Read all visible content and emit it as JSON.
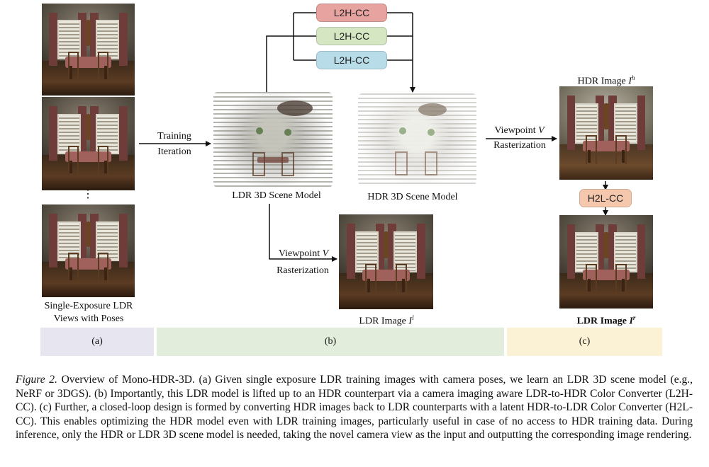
{
  "converters": {
    "l2h_1": "L2H-CC",
    "l2h_2": "L2H-CC",
    "l2h_3": "L2H-CC",
    "h2l": "H2L-CC",
    "colors": {
      "red": "#e7a39f",
      "green": "#d4e6c2",
      "blue": "#b9dce9",
      "h2l": "#f5c7ad"
    }
  },
  "labels": {
    "training_1": "Training",
    "training_2": "Iteration",
    "ldr_model": "LDR 3D Scene Model",
    "hdr_model": "HDR 3D Scene Model",
    "viewpoint_top_prefix": "Viewpoint",
    "viewpoint_top_var": "V",
    "raster_top": "Rasterization",
    "viewpoint_bottom_prefix": "Viewpoint",
    "viewpoint_bottom_var": "V",
    "raster_bottom": "Rasterization",
    "hdr_image_prefix": "HDR Image",
    "hdr_image_var": "I",
    "hdr_image_sup": "h",
    "ldr_image_prefix": "LDR Image",
    "ldr_image_var": "I",
    "ldr_image_sup": "l",
    "ldr_image_r_prefix": "LDR Image",
    "ldr_image_r_var": "I",
    "ldr_image_r_sup": "r",
    "views_1": "Single-Exposure LDR",
    "views_2": "Views with Poses",
    "ellipsis": "⋮"
  },
  "sections": {
    "a": "(a)",
    "b": "(b)",
    "c": "(c)",
    "colors": {
      "a": "#e7e5ef",
      "b": "#e2eedb",
      "c": "#fbf1d4"
    }
  },
  "caption": {
    "figure": "Figure 2.",
    "text": " Overview of Mono-HDR-3D. (a) Given single exposure LDR training images with camera poses, we learn an LDR 3D scene model (e.g., NeRF or 3DGS). (b) Importantly, this LDR model is lifted up to an HDR counterpart via a camera imaging aware LDR-to-HDR Color Converter (L2H-CC). (c) Further, a closed-loop design is formed by converting HDR images back to LDR counterparts with a latent HDR-to-LDR Color Converter (H2L-CC). This enables optimizing the HDR model even with LDR training images, particularly useful in case of no access to HDR training data. During inference, only the HDR or LDR 3D scene model is needed, taking the novel camera view as the input and outputting the corresponding image rendering."
  }
}
